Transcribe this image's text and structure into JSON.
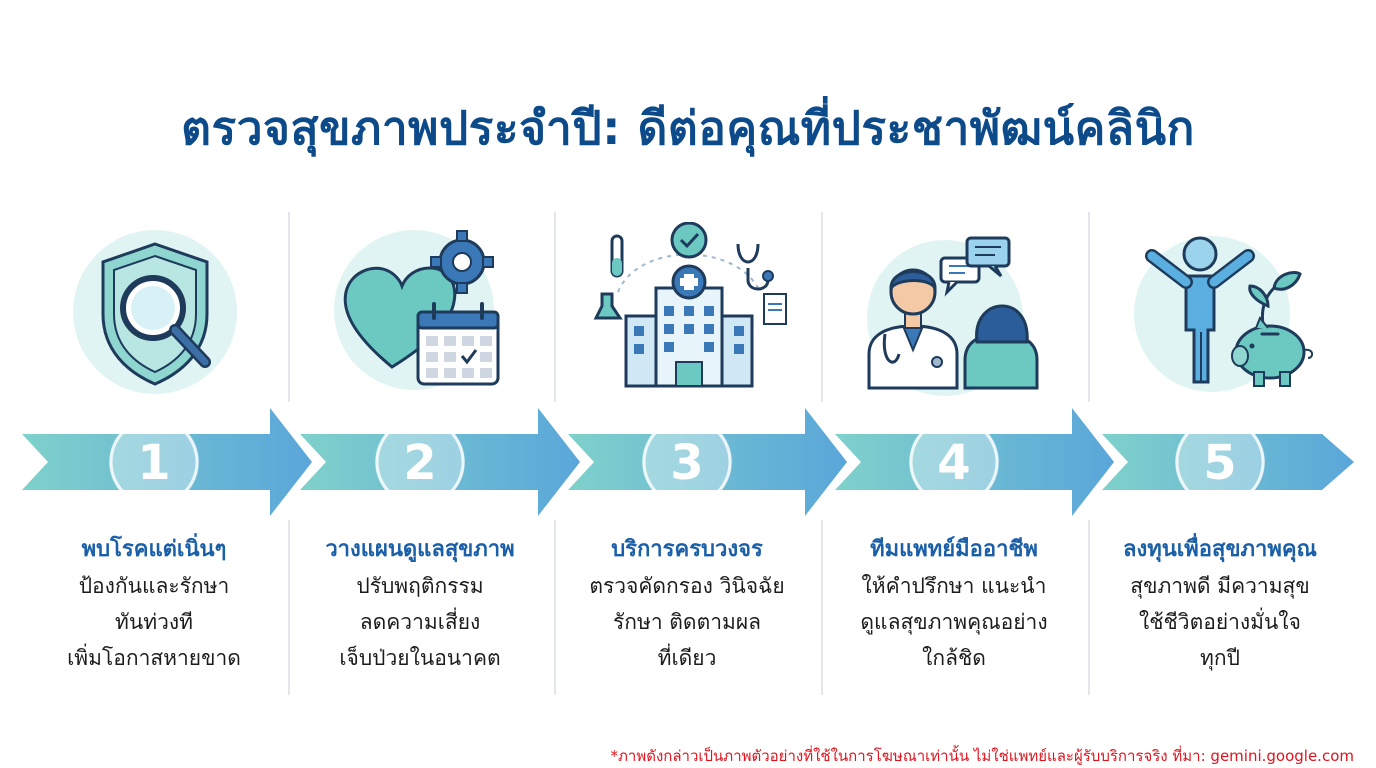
{
  "title": "ตรวจสุขภาพประจำปี: ดีต่อคุณที่ประชาพัฒน์คลินิก",
  "colors": {
    "title": "#0d4a8a",
    "heading": "#1a5fa8",
    "footnote": "#e0141e",
    "arrow_start": "#7fd1cb",
    "arrow_end": "#5aa6da"
  },
  "steps": [
    {
      "number": "1",
      "heading": "พบโรคแต่เนิ่นๆ",
      "lines": [
        "ป้องกันและรักษา",
        "ทันท่วงที",
        "เพิ่มโอกาสหายขาด"
      ],
      "icon": "shield-magnifier-icon"
    },
    {
      "number": "2",
      "heading": "วางแผนดูแลสุขภาพ",
      "lines": [
        "ปรับพฤติกรรม",
        "ลดความเสี่ยง",
        "เจ็บป่วยในอนาคต"
      ],
      "icon": "heart-gear-calendar-icon"
    },
    {
      "number": "3",
      "heading": "บริการครบวงจร",
      "lines": [
        "ตรวจคัดกรอง วินิจฉัย",
        "รักษา ติดตามผล",
        "ที่เดียว"
      ],
      "icon": "hospital-services-icon"
    },
    {
      "number": "4",
      "heading": "ทีมแพทย์มืออาชีพ",
      "lines": [
        "ให้คำปรึกษา แนะนำ",
        "ดูแลสุขภาพคุณอย่าง",
        "ใกล้ชิด"
      ],
      "icon": "doctor-patient-icon"
    },
    {
      "number": "5",
      "heading": "ลงทุนเพื่อสุขภาพคุณ",
      "lines": [
        "สุขภาพดี มีความสุข",
        "ใช้ชีวิตอย่างมั่นใจ",
        "ทุกปี"
      ],
      "icon": "person-piggybank-icon"
    }
  ],
  "footnote": "*ภาพดังกล่าวเป็นภาพตัวอย่างที่ใช้ในการโฆษณาเท่านั้น ไม่ใช่แพทย์และผู้รับบริการจริง ที่มา: gemini.google.com"
}
